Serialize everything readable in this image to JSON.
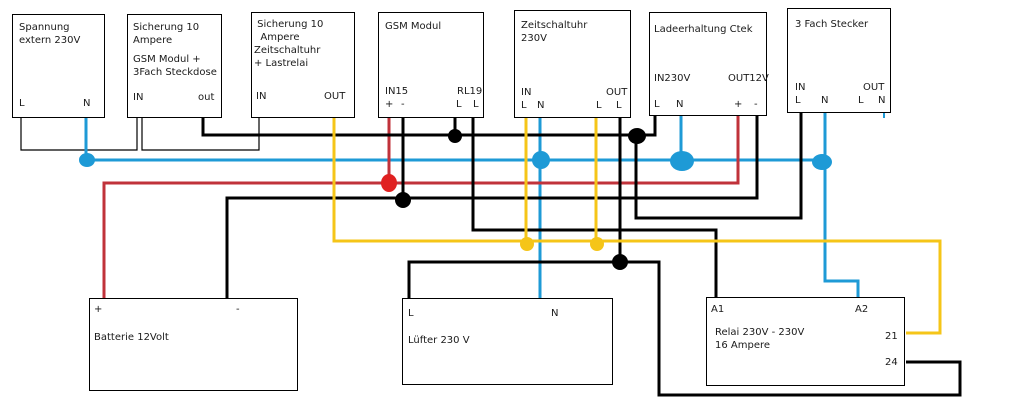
{
  "colors": {
    "neutral": "#1e9ad6",
    "phase": "#000000",
    "plus12v": "#c0323a",
    "switched": "#f5c518",
    "junction_plus": "#e02020"
  },
  "components": {
    "spannung": {
      "title": "Spannung\nextern 230V",
      "pins": [
        "L",
        "N"
      ]
    },
    "sicherung1": {
      "title": "Sicherung 10\nAmpere",
      "subtitle": "GSM Modul +\n3Fach Steckdose",
      "pins": [
        "IN",
        "out"
      ]
    },
    "sicherung2": {
      "title": " Sicherung 10\n  Ampere\nZeitschaltuhr\n+ Lastrelai",
      "pins": [
        "IN",
        "OUT"
      ]
    },
    "gsm": {
      "title": "GSM Modul",
      "group_in": "IN15",
      "group_rl": "RL19",
      "pins": [
        "+",
        "-",
        "L",
        "L"
      ]
    },
    "zeitschaltuhr": {
      "title": "Zeitschaltuhr\n230V",
      "group_in": "IN",
      "group_out": "OUT",
      "pins": [
        "L",
        "N",
        "L",
        "L"
      ]
    },
    "ladeerhaltung": {
      "title": "Ladeerhaltung Ctek",
      "group_in": "IN230V",
      "group_out": "OUT12V",
      "pins": [
        "L",
        "N",
        "+",
        "-"
      ]
    },
    "stecker": {
      "title": "3 Fach Stecker",
      "group_in": "IN",
      "group_out": "OUT",
      "pins": [
        "L",
        "N",
        "L",
        "N"
      ]
    },
    "batterie": {
      "title": "Batterie 12Volt",
      "pins": [
        "+",
        "-"
      ]
    },
    "luefter": {
      "title": "Lüfter 230 V",
      "pins": [
        "L",
        "N"
      ]
    },
    "relai": {
      "title": "Relai 230V - 230V\n16 Ampere",
      "pins": [
        "A1",
        "A2",
        "21",
        "24"
      ]
    }
  }
}
